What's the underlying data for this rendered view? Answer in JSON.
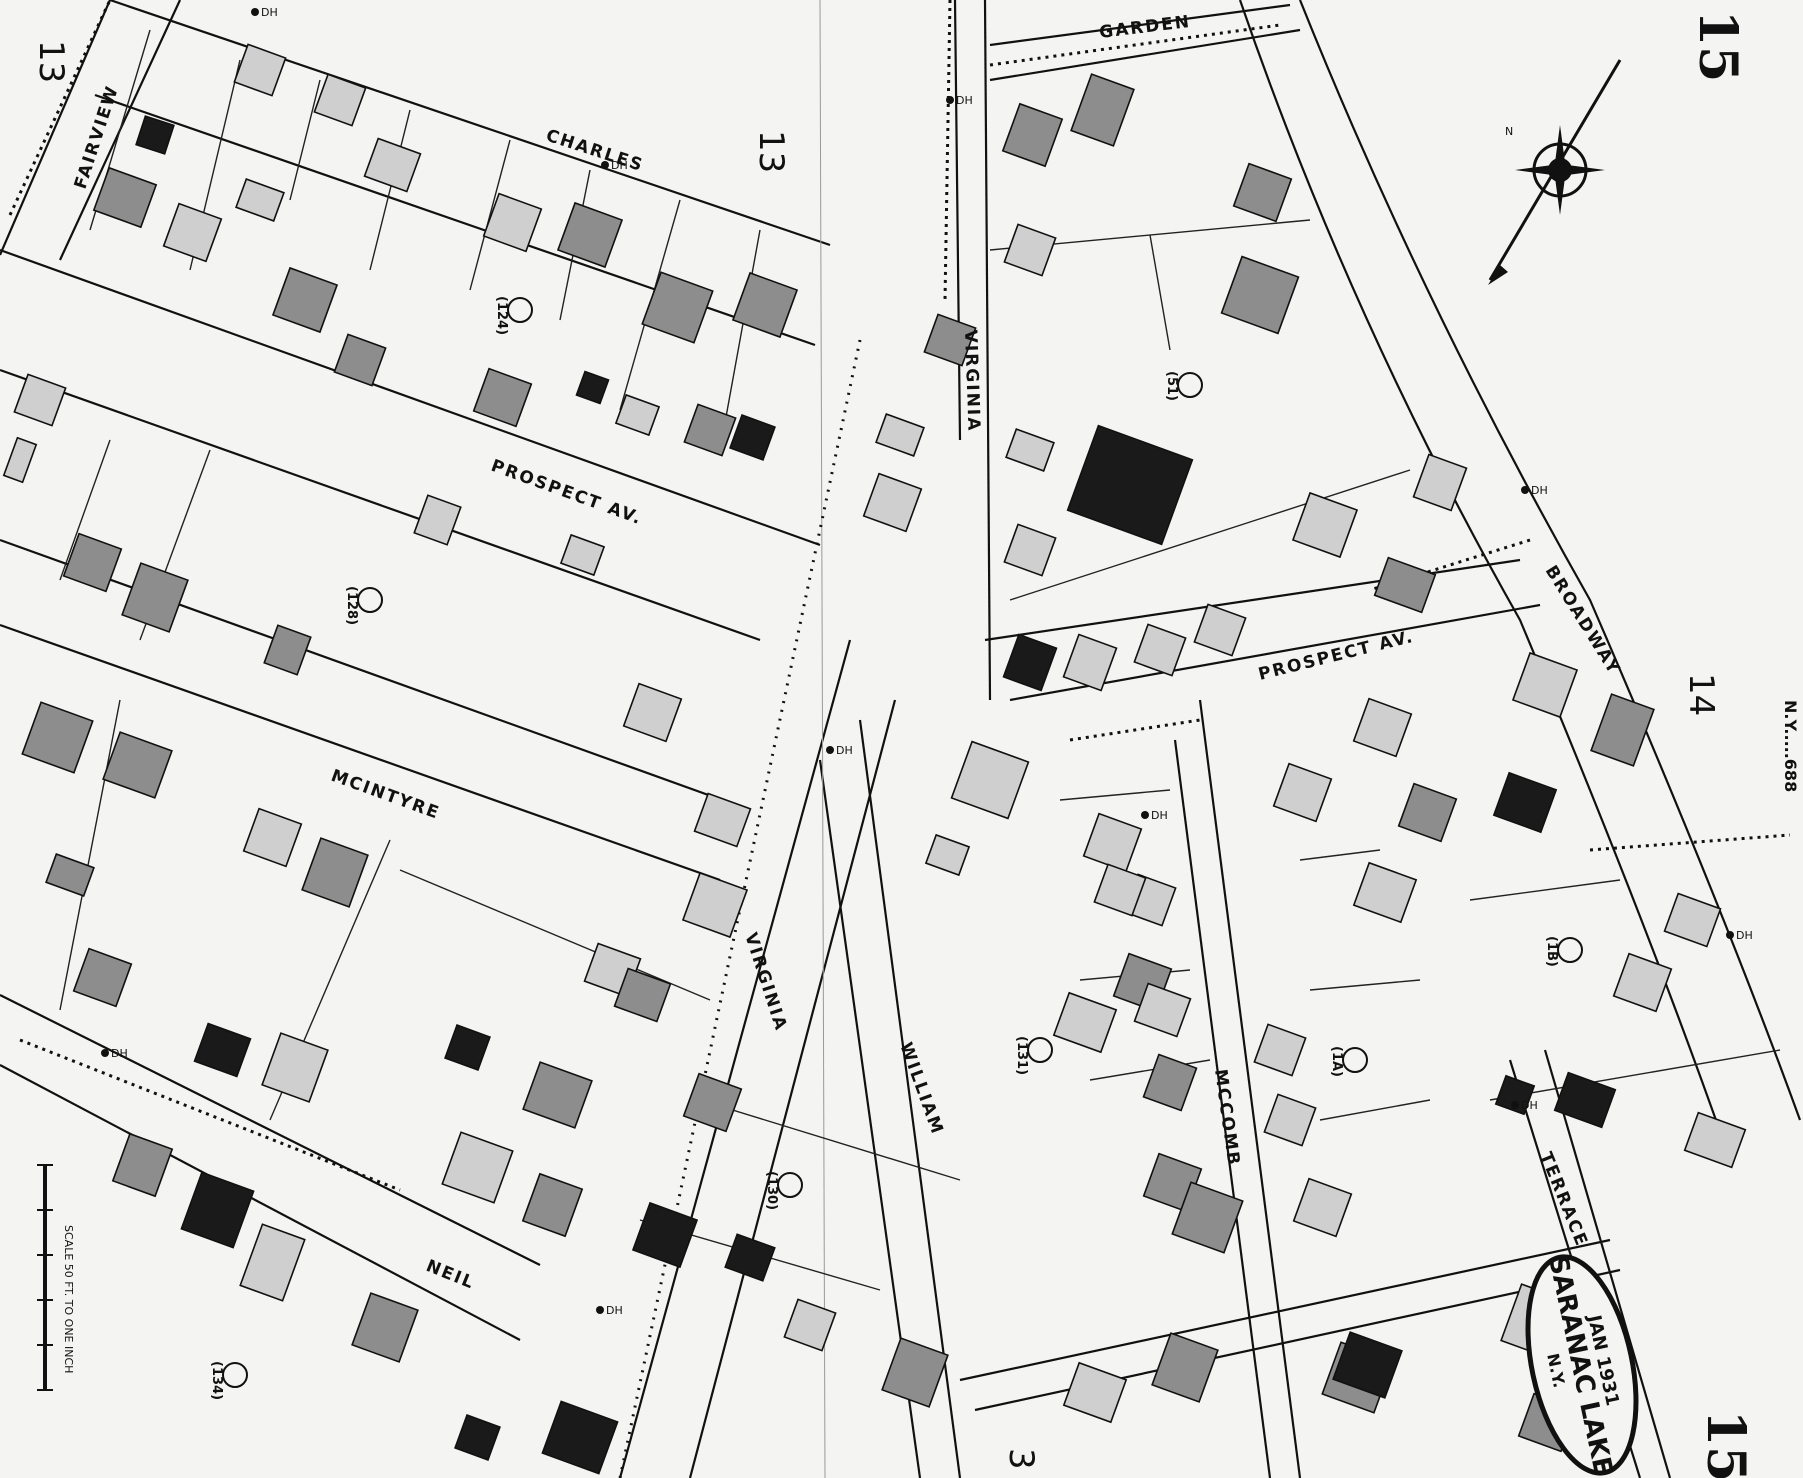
{
  "map": {
    "sheet_number": "15",
    "adjacent_sheets": {
      "left": "13",
      "top_center": "13",
      "right": "14",
      "bottom": "3"
    },
    "streets": {
      "charles": "CHARLES",
      "garden": "GARDEN",
      "fairview": "FAIRVIEW",
      "virginia": "VIRGINIA",
      "prospect_av_west": "PROSPECT AV.",
      "prospect_av_east": "PROSPECT AV.",
      "broadway": "BROADWAY",
      "mcintyre": "MCINTYRE",
      "william": "WILLIAM",
      "mccomb": "MCCOMB",
      "terrace": "TERRACE",
      "neil": "NEIL"
    },
    "block_numbers": [
      "(124)",
      "(128)",
      "(131)",
      "(51)",
      "(1B)",
      "(1A)",
      "(130)",
      "(134)"
    ],
    "stamp": {
      "date": "JAN 1931",
      "place": "SARANAC LAKE",
      "state": "N.Y."
    },
    "scale_text": "SCALE 50 FT. TO ONE INCH",
    "margin_code": "N.Y.....688",
    "compass_label": "N",
    "dh_label": "DH"
  }
}
